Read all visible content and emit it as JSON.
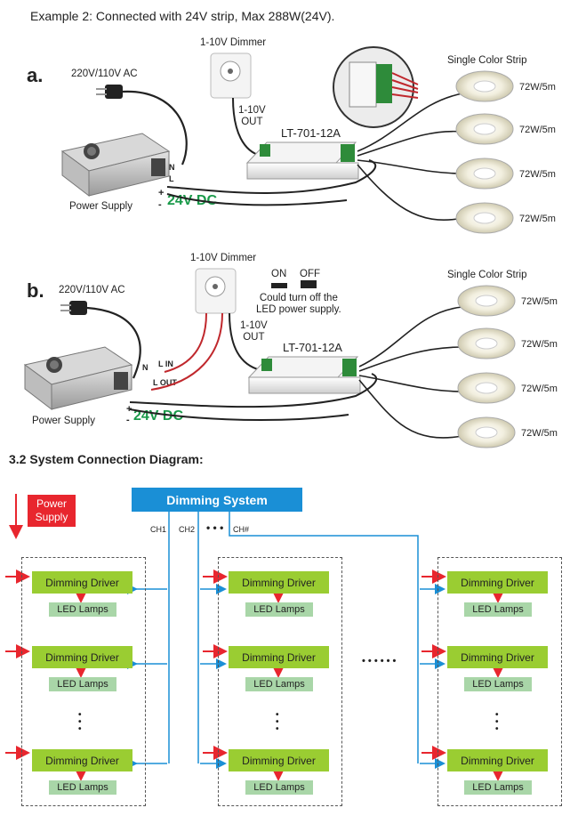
{
  "example_title": "Example 2: Connected with 24V strip, Max 288W(24V).",
  "section_a": {
    "letter": "a.",
    "ac": "220V/110V AC",
    "dimmer": "1-10V Dimmer",
    "out": "1-10V\nOUT",
    "model": "LT-701-12A",
    "strip_title": "Single Color Strip",
    "strip_watts": [
      "72W/5m",
      "72W/5m",
      "72W/5m",
      "72W/5m"
    ],
    "power_supply": "Power Supply",
    "dc": "24V DC",
    "n": "N",
    "l": "L",
    "plus": "+",
    "minus": "-"
  },
  "section_b": {
    "letter": "b.",
    "ac": "220V/110V AC",
    "dimmer": "1-10V Dimmer",
    "on": "ON",
    "off": "OFF",
    "note": "Could turn off the\nLED power supply.",
    "out": "1-10V\nOUT",
    "model": "LT-701-12A",
    "strip_title": "Single Color Strip",
    "strip_watts": [
      "72W/5m",
      "72W/5m",
      "72W/5m",
      "72W/5m"
    ],
    "power_supply": "Power Supply",
    "dc": "24V DC",
    "n": "N",
    "l_in": "L IN",
    "l_out": "L OUT",
    "plus": "+",
    "minus": "-"
  },
  "section_32": {
    "heading": "3.2  System Connection Diagram:",
    "dimming_system": "Dimming System",
    "power_supply": "Power\nSupply",
    "channels": [
      "CH1",
      "CH2",
      "• • •",
      "CH#"
    ],
    "driver": "Dimming Driver",
    "lamp": "LED Lamps",
    "ellipsis": "• • • • • •",
    "vdots": "•\n•\n•"
  },
  "colors": {
    "green_text": "#1a9a4a",
    "blue": "#1a8fd6",
    "red": "#e8262e",
    "driver_green": "#9acd32",
    "lamp_green": "#a9d6a8"
  }
}
